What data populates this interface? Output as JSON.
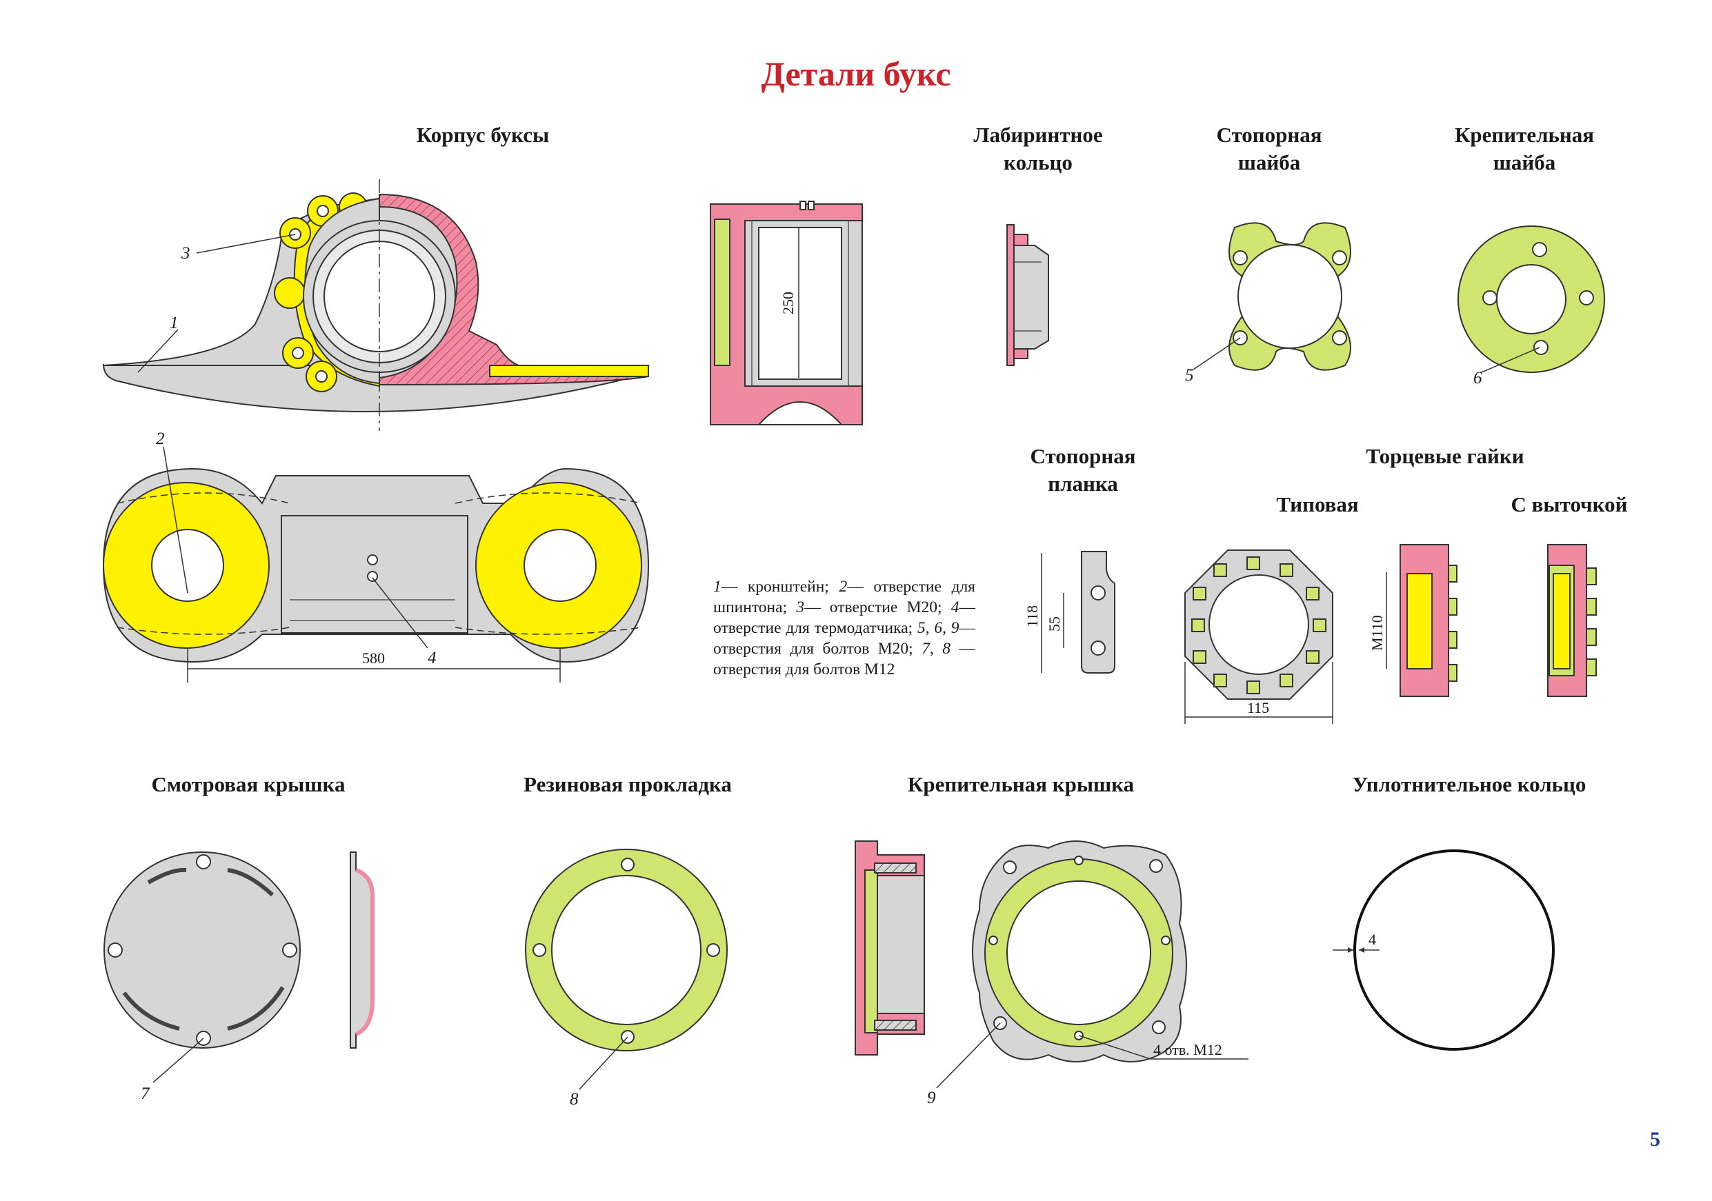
{
  "title": "Детали букс",
  "labels": {
    "korpus": "Корпус буксы",
    "labirint": [
      "Лабиринтное",
      "кольцо"
    ],
    "stop_shaiba": [
      "Стопорная",
      "шайба"
    ],
    "krep_shaiba": [
      "Крепительная",
      "шайба"
    ],
    "stop_planka": [
      "Стопорная",
      "планка"
    ],
    "torts_gaiki": "Торцевые гайки",
    "tipovaya": "Типовая",
    "s_vytochkoi": "С выточкой",
    "smotr_kryshka": "Смотровая крышка",
    "rezin_prokladka": "Резиновая прокладка",
    "krep_kryshka": "Крепительная крышка",
    "uplot_koltso": "Уплотнительное кольцо"
  },
  "numbers": {
    "n1": "1",
    "n2": "2",
    "n3": "3",
    "n4": "4",
    "n5": "5",
    "n6": "6",
    "n7": "7",
    "n8": "8",
    "n9": "9"
  },
  "dimensions": {
    "d250": "250",
    "d580": "580",
    "d118": "118",
    "d55": "55",
    "d115": "115",
    "dM110": "M110",
    "d4": "4",
    "d4otv": "4 отв. М12"
  },
  "legend": {
    "p1": "1",
    "t1": "— кронштейн; ",
    "p2": "2",
    "t2": "— отверстие для шпинтона; ",
    "p3": "3",
    "t3": "— отверстие М20; ",
    "p4": "4",
    "t4": "— отверстие для термодатчика; ",
    "p5": "5",
    "t5": ", ",
    "p6": "6",
    "t6": ", ",
    "p9": "9",
    "t9": "— отверстия для болтов М20; ",
    "p7": "7",
    "t7": ", ",
    "p8": "8",
    "t8": " — отверстия для болтов М12"
  },
  "page_number": "5",
  "colors": {
    "title": "#cc2229",
    "yellow": "#fff200",
    "lime": "#cfe56f",
    "pink": "#f08aa0",
    "gray": "#d6d6d6",
    "page_number": "#253d8c"
  }
}
